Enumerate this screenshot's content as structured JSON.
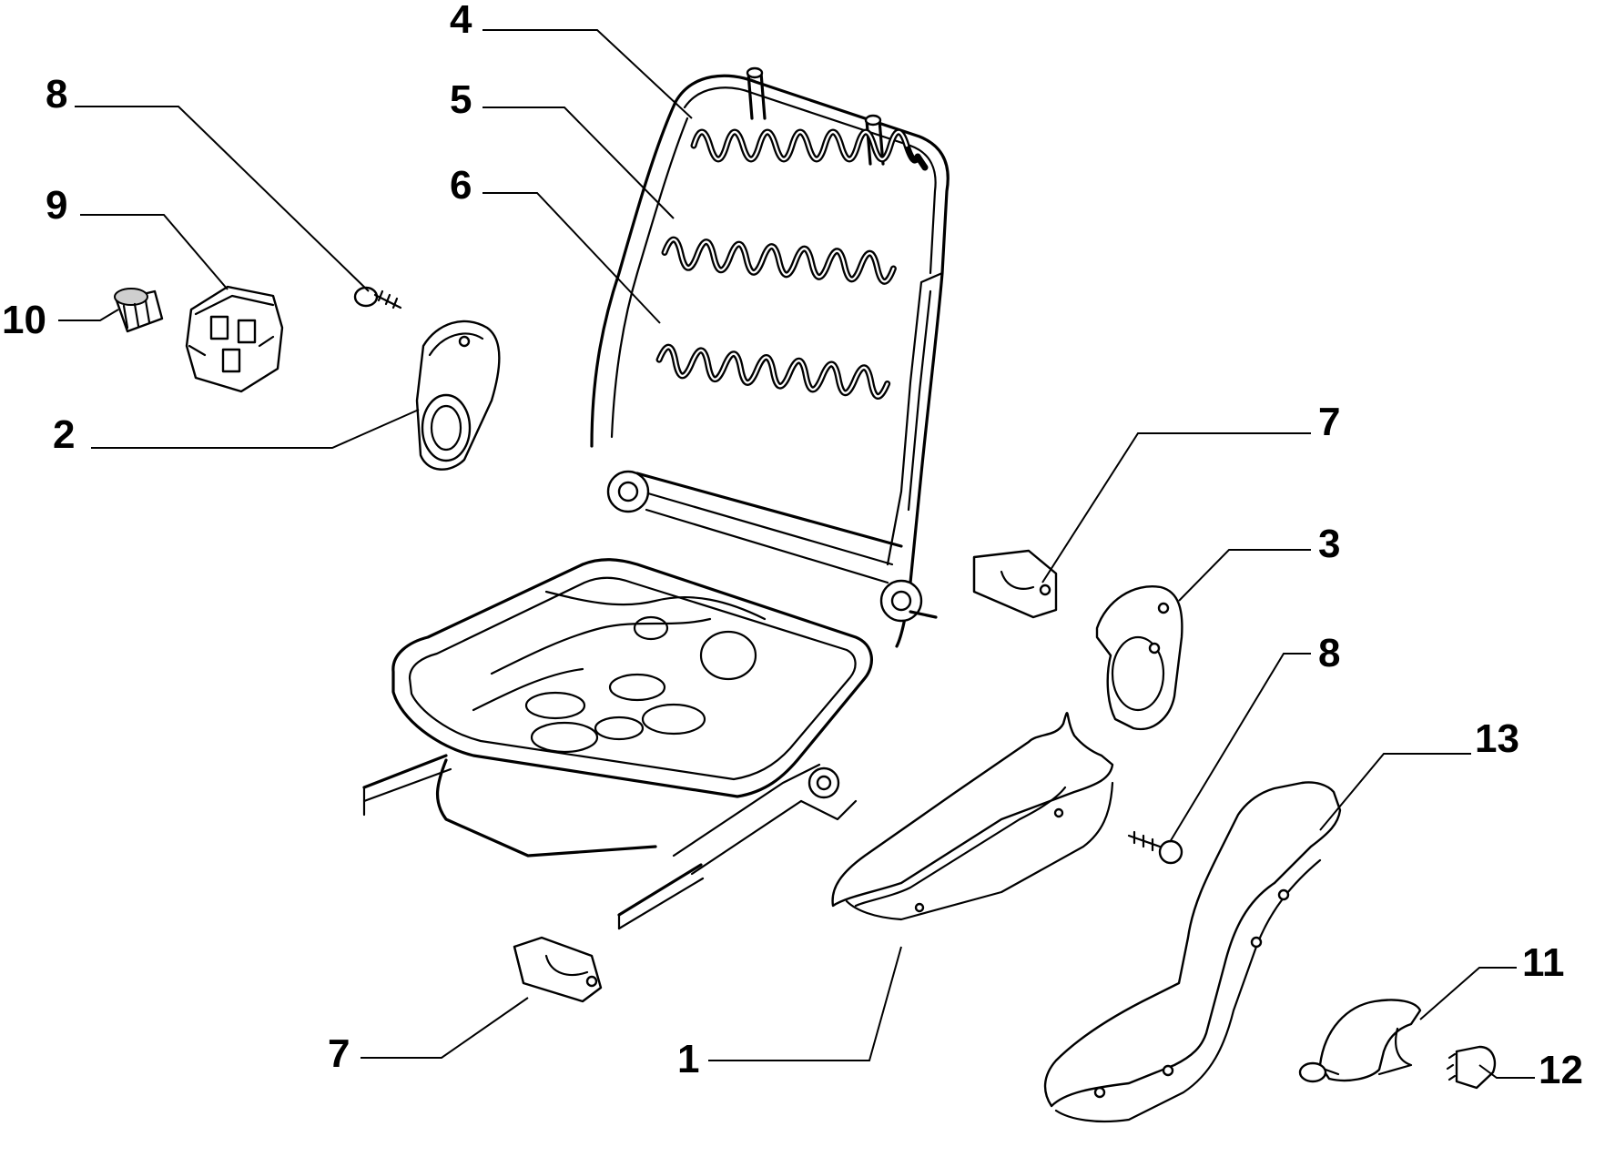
{
  "callouts": {
    "c1": "1",
    "c2": "2",
    "c3": "3",
    "c4": "4",
    "c5": "5",
    "c6": "6",
    "c7a": "7",
    "c7b": "7",
    "c8a": "8",
    "c8b": "8",
    "c9": "9",
    "c10": "10",
    "c11": "11",
    "c12": "12",
    "c13": "13"
  }
}
